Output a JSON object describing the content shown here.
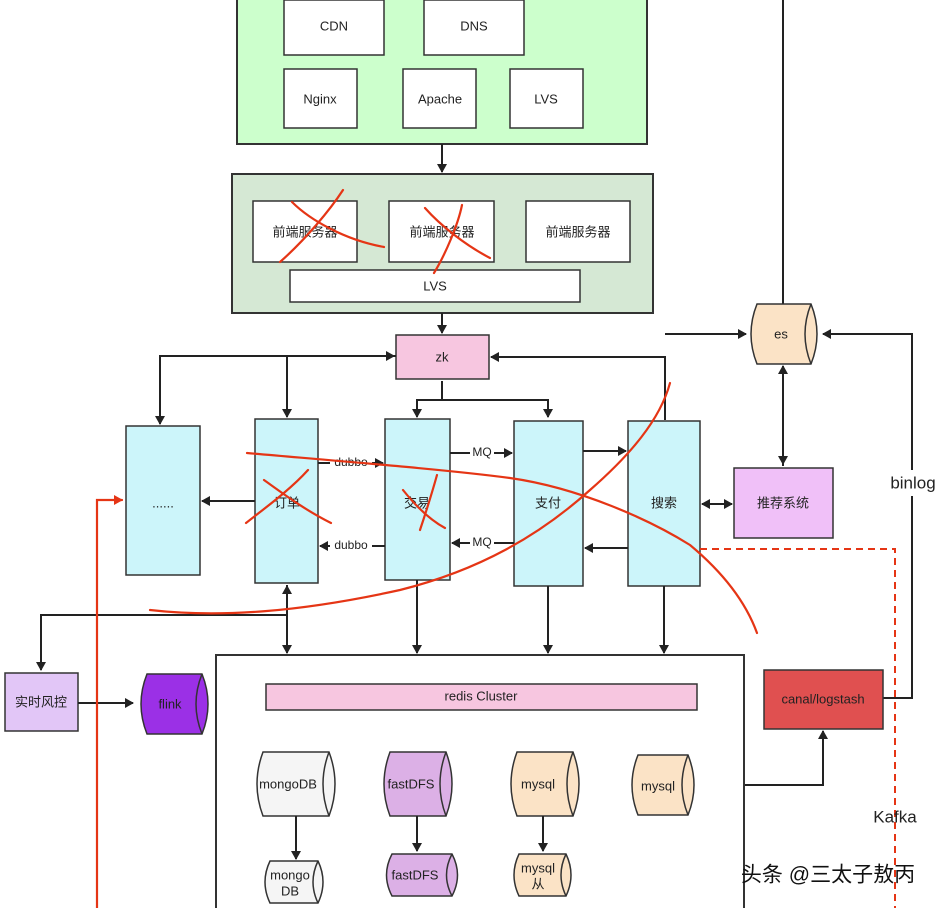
{
  "colors": {
    "green_panel": "#ccffcc",
    "green_panel_2": "#d5e8d4",
    "cyan_service": "#ccf5fa",
    "pink_zk": "#f7c6e0",
    "purple_box": "#f0c0f8",
    "flink": "#9b30e6",
    "red_box": "#e05050",
    "db_white": "#f5f5f5",
    "db_purple": "#dcb0e6",
    "db_beige": "#fbe3c6",
    "scribble_red": "#e53515"
  },
  "cdn_layer": {
    "cdn": "CDN",
    "dns": "DNS",
    "nginx": "Nginx",
    "apache": "Apache",
    "lvs": "LVS"
  },
  "frontend_layer": {
    "server_1": "前端服务器",
    "server_2": "前端服务器",
    "server_3": "前端服务器",
    "lvs": "LVS"
  },
  "registry": {
    "zk": "zk"
  },
  "services": {
    "other": "......",
    "order": "订单",
    "trade": "交易",
    "pay": "支付",
    "search": "搜索",
    "recommend": "推荐系统"
  },
  "edges": {
    "dubbo_top": "dubbo",
    "dubbo_bottom": "dubbo",
    "mq_top": "MQ",
    "mq_bottom": "MQ",
    "binlog": "binlog",
    "kafka": "Kafka"
  },
  "risk": {
    "realtime_risk": "实时风控",
    "flink": "flink"
  },
  "data_layer": {
    "redis": "redis Cluster",
    "mongodb": "mongoDB",
    "mongo_db_line1": "mongo",
    "mongo_db_line2": "DB",
    "fastdfs": "fastDFS",
    "fastdfs_replica": "fastDFS",
    "mysql": "mysql",
    "mysql_replica_line1": "mysql",
    "mysql_replica_line2": "从",
    "mysql_main": "mysql"
  },
  "search_infra": {
    "es": "es",
    "canal": "canal/logstash"
  },
  "watermark": "头条 @三太子敖丙"
}
